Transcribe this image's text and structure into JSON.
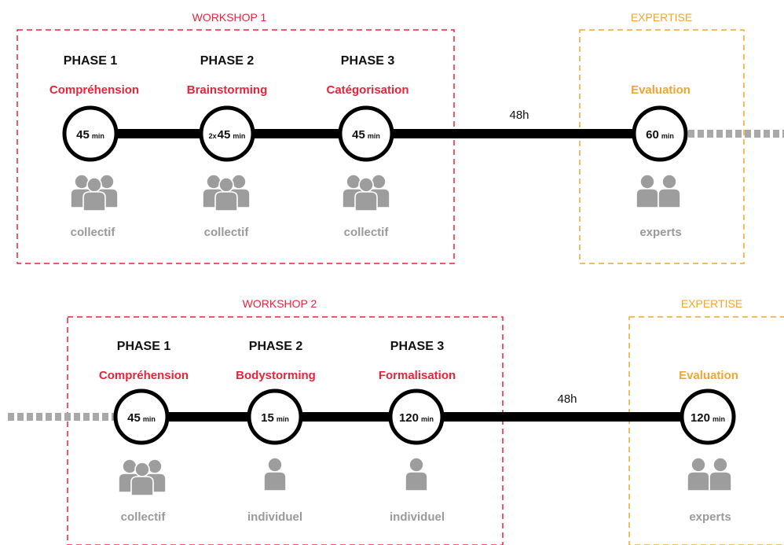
{
  "rows": [
    {
      "workshop_label": "WORKSHOP 1",
      "expertise_label": "EXPERTISE",
      "gap_label": "48h",
      "phases": [
        {
          "phase": "PHASE 1",
          "activity": "Compréhension",
          "multiplier": "",
          "duration": "45",
          "unit": "min",
          "audience": "collectif",
          "audience_icon": "group-icon"
        },
        {
          "phase": "PHASE 2",
          "activity": "Brainstorming",
          "multiplier": "2x",
          "duration": "45",
          "unit": "min",
          "audience": "collectif",
          "audience_icon": "group-icon"
        },
        {
          "phase": "PHASE 3",
          "activity": "Catégorisation",
          "multiplier": "",
          "duration": "45",
          "unit": "min",
          "audience": "collectif",
          "audience_icon": "group-icon"
        }
      ],
      "evaluation": {
        "activity": "Evaluation",
        "duration": "60",
        "unit": "min",
        "audience": "experts",
        "audience_icon": "pair-icon"
      }
    },
    {
      "workshop_label": "WORKSHOP 2",
      "expertise_label": "EXPERTISE",
      "gap_label": "48h",
      "phases": [
        {
          "phase": "PHASE 1",
          "activity": "Compréhension",
          "multiplier": "",
          "duration": "45",
          "unit": "min",
          "audience": "collectif",
          "audience_icon": "group-icon"
        },
        {
          "phase": "PHASE 2",
          "activity": "Bodystorming",
          "multiplier": "",
          "duration": "15",
          "unit": "min",
          "audience": "individuel",
          "audience_icon": "person-icon"
        },
        {
          "phase": "PHASE 3",
          "activity": "Formalisation",
          "multiplier": "",
          "duration": "120",
          "unit": "min",
          "audience": "individuel",
          "audience_icon": "person-icon"
        }
      ],
      "evaluation": {
        "activity": "Evaluation",
        "duration": "120",
        "unit": "min",
        "audience": "experts",
        "audience_icon": "pair-icon"
      }
    }
  ],
  "colors": {
    "workshop": "#e8243a",
    "expertise": "#f0a631",
    "timeline": "#000000",
    "icon": "#9d9d9d",
    "dashes": "#a8a8a8"
  }
}
